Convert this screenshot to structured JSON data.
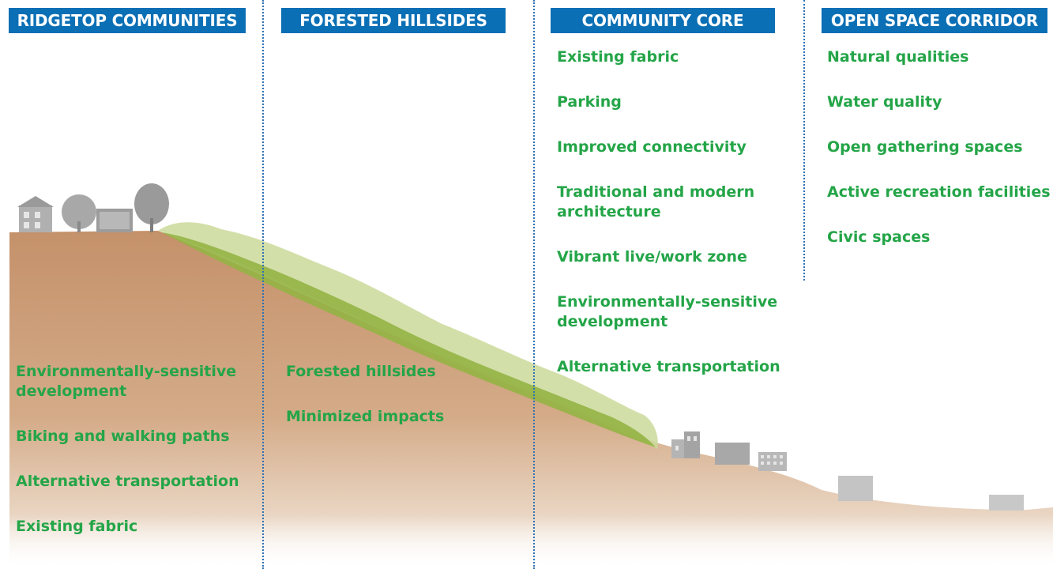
{
  "columns": [
    {
      "header": "RIDGETOP COMMUNITIES",
      "items": [
        "Environmentally-sensitive development",
        "Biking and walking paths",
        "Alternative transportation",
        "Existing fabric"
      ]
    },
    {
      "header": "FORESTED HILLSIDES",
      "items": [
        "Forested hillsides",
        "Minimized impacts"
      ]
    },
    {
      "header": "COMMUNITY CORE",
      "items": [
        "Existing fabric",
        "Parking",
        "Improved connectivity",
        "Traditional and modern architecture",
        "Vibrant live/work zone",
        "Environmentally-sensitive development",
        "Alternative transportation"
      ]
    },
    {
      "header": "OPEN SPACE CORRIDOR",
      "items": [
        "Natural qualities",
        "Water quality",
        "Open gathering spaces",
        "Active recreation facilities",
        "Civic spaces"
      ]
    }
  ],
  "colors": {
    "header_bg": "#0a6fb5",
    "header_text": "#ffffff",
    "item_text": "#24a548",
    "divider": "#2f72b5",
    "ground": "#c9966a",
    "forest": "#9cbc4a",
    "buildings": "#9a9a9a"
  },
  "icons": [
    "house-icon",
    "tree-icon",
    "building-icon",
    "church-icon"
  ]
}
